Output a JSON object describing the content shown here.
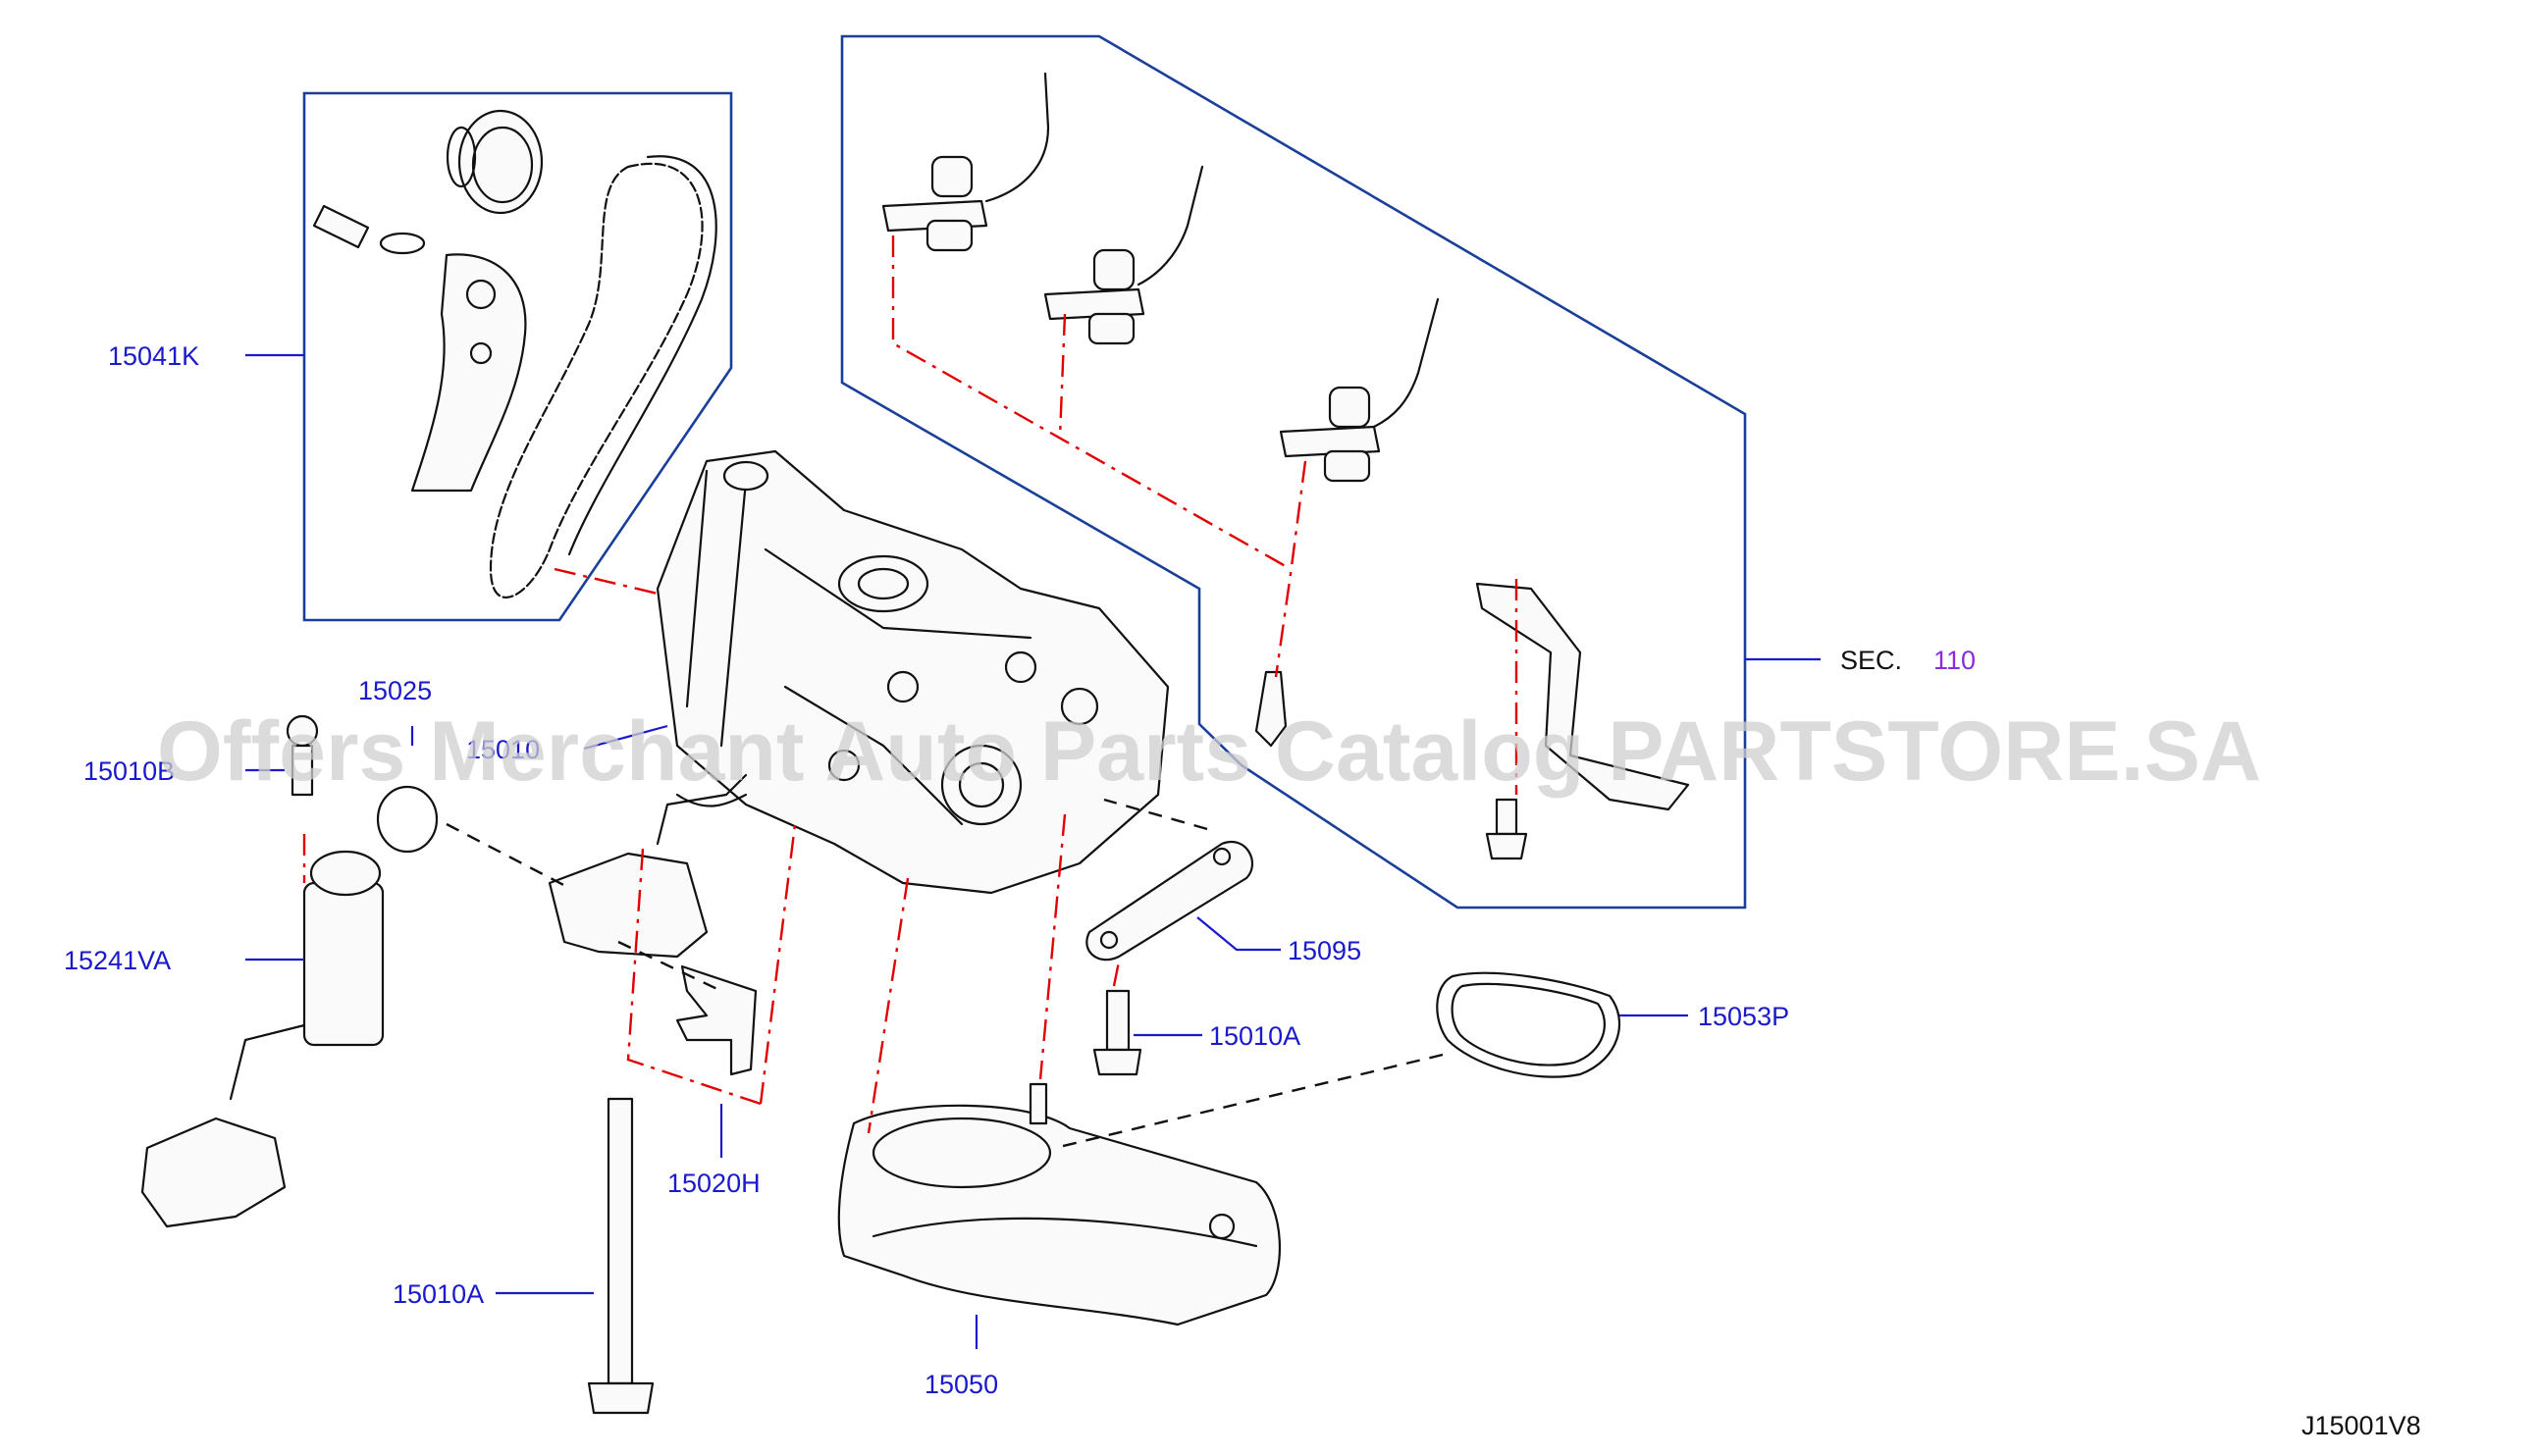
{
  "diagram_code": "J15001V8",
  "watermark": "Offers Merchant Auto Parts Catalog PARTSTORE.SA",
  "colors": {
    "label_blue": "#1a1acc",
    "frame_blue": "#1a3f9a",
    "section_purple": "#8a2be2",
    "alignment_red": "#e00000"
  },
  "labels": {
    "p15041K": "15041K",
    "p15025": "15025",
    "p15010B": "15010B",
    "p15010_pump": "15010",
    "p15241VA": "15241VA",
    "p15020H": "15020H",
    "p15010A_long": "15010A",
    "p15050": "15050",
    "p15095": "15095",
    "p15010A_short": "15010A",
    "p15053P": "15053P"
  },
  "section_ref": {
    "prefix": "SEC.",
    "number": "110"
  }
}
